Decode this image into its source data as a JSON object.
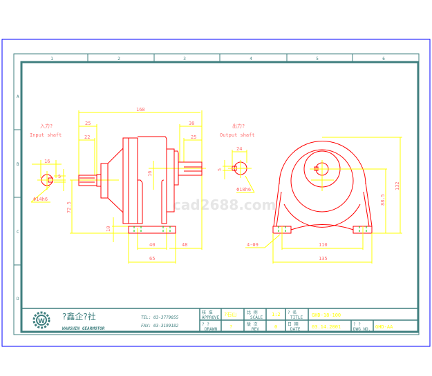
{
  "grid": {
    "columns": [
      "1",
      "2",
      "3",
      "4",
      "5",
      "6"
    ],
    "rows": [
      "A",
      "B",
      "C",
      "D"
    ]
  },
  "side_view": {
    "label_cn": "入力?",
    "label_en": "Input shaft",
    "dims": {
      "overall": "168",
      "d25a": "25",
      "d22": "22",
      "d30": "30",
      "d25b": "25",
      "d16h": "16",
      "d72_5": "72.5",
      "d10": "10",
      "d40": "40",
      "d48": "48",
      "d65": "65",
      "key16": "16",
      "key5": "5",
      "dia14": "Φ14h6"
    }
  },
  "output_view": {
    "label_cn": "出力?",
    "label_en": "Output shaft",
    "dims": {
      "key24": "24",
      "key5": "5",
      "dia18": "Φ18h6"
    }
  },
  "front_view": {
    "dims": {
      "h132": "132",
      "h88_5": "88.5",
      "w110": "110",
      "w135": "135",
      "holes": "4-Φ9"
    }
  },
  "watermark": "cad2688.com",
  "title_block": {
    "company_cn": "?鑫企?社",
    "company_en": "WANSHIN GEARMOTOR",
    "tel": "TEL: 03-3779855",
    "fax": "FAX: 03-3199182",
    "approve_cn": "核 准",
    "approve_en": "APPROVE",
    "approve_val": "?石山",
    "scale_cn": "比 例",
    "scale_en": "SCALE",
    "scale_val": "1:2",
    "title_cn": "? 名",
    "title_en": "TITLE",
    "title_val": "GHD-18-100",
    "drawn_cn": "? ?",
    "drawn_en": "DRAWN",
    "drawn_val": "?",
    "rev_cn": "版 次",
    "rev_en": "REV",
    "rev_val": "0",
    "date_cn": "日 期",
    "date_en": "DATE",
    "date_val": "03.14.2001",
    "dwgno_cn": "? ?",
    "dwgno_en": "DWG NO.",
    "dwgno_val": "GHD-AA"
  },
  "colors": {
    "frame": "#3f7f7f",
    "border": "#0000ff",
    "geometry": "#ff0000",
    "dimension": "#ffff00",
    "centerhole": "#00cc00"
  }
}
